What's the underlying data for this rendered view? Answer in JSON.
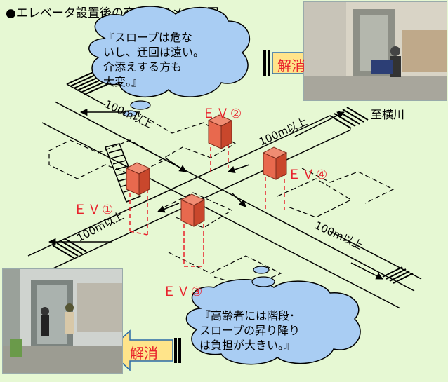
{
  "title": "●エレベータ設置後の交差点イメージ図",
  "bubble_top": "『スロープは危な\nいし、迂回は遠い。\n介添えする方も\n大変。』",
  "bubble_bottom": "『高齢者には階段･\nスロープの昇り降り\nは負担が大きい。』",
  "arrow_label_top": "解消",
  "arrow_label_bottom": "解消",
  "place_label": "至横川",
  "ev_labels": [
    "ＥＶ①",
    "ＥＶ②",
    "ＥＶ③",
    "ＥＶ④"
  ],
  "distance_labels": [
    "100m以上",
    "100m以上",
    "100m以上",
    "100m以上"
  ],
  "colors": {
    "background": "#e6f8d3",
    "cloud": "#a9cdf3",
    "elevator": "#e8694e",
    "label_red": "#e8212b",
    "arrow_fill": "#ffe48a"
  }
}
